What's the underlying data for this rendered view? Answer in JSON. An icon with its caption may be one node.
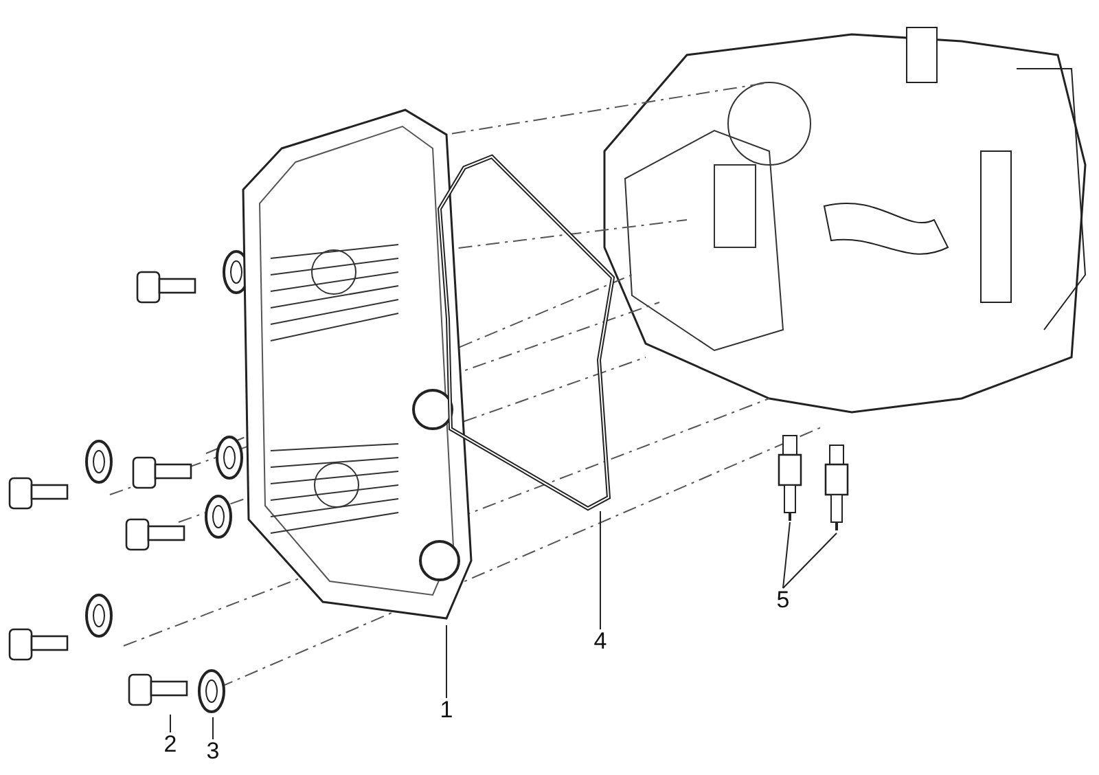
{
  "diagram": {
    "nodes": [
      {
        "text": [
          "1"
        ]
      },
      {
        "text": [],
        "shape": "picture"
      },
      {
        "text": [
          "2"
        ]
      },
      {
        "text": [],
        "shape": "picture"
      },
      {
        "text": [
          "3"
        ]
      },
      {
        "text": [],
        "shape": "picture"
      },
      {
        "text": [
          "4"
        ]
      },
      {
        "text": [],
        "shape": "picture"
      },
      {
        "text": [
          "5"
        ]
      },
      {
        "text": [],
        "shape": "picture"
      },
      {
        "text": [],
        "shape": "picture"
      }
    ],
    "edges": [
      {
        "from": 0,
        "to": 1,
        "arrow": "none"
      },
      {
        "from": 2,
        "to": 3,
        "arrow": "none"
      },
      {
        "from": 4,
        "to": 5,
        "arrow": "none"
      },
      {
        "from": 6,
        "to": 7,
        "arrow": "none"
      },
      {
        "from": 8,
        "to": 9,
        "arrow": "none"
      },
      {
        "from": 8,
        "to": 10,
        "arrow": "none"
      }
    ]
  }
}
